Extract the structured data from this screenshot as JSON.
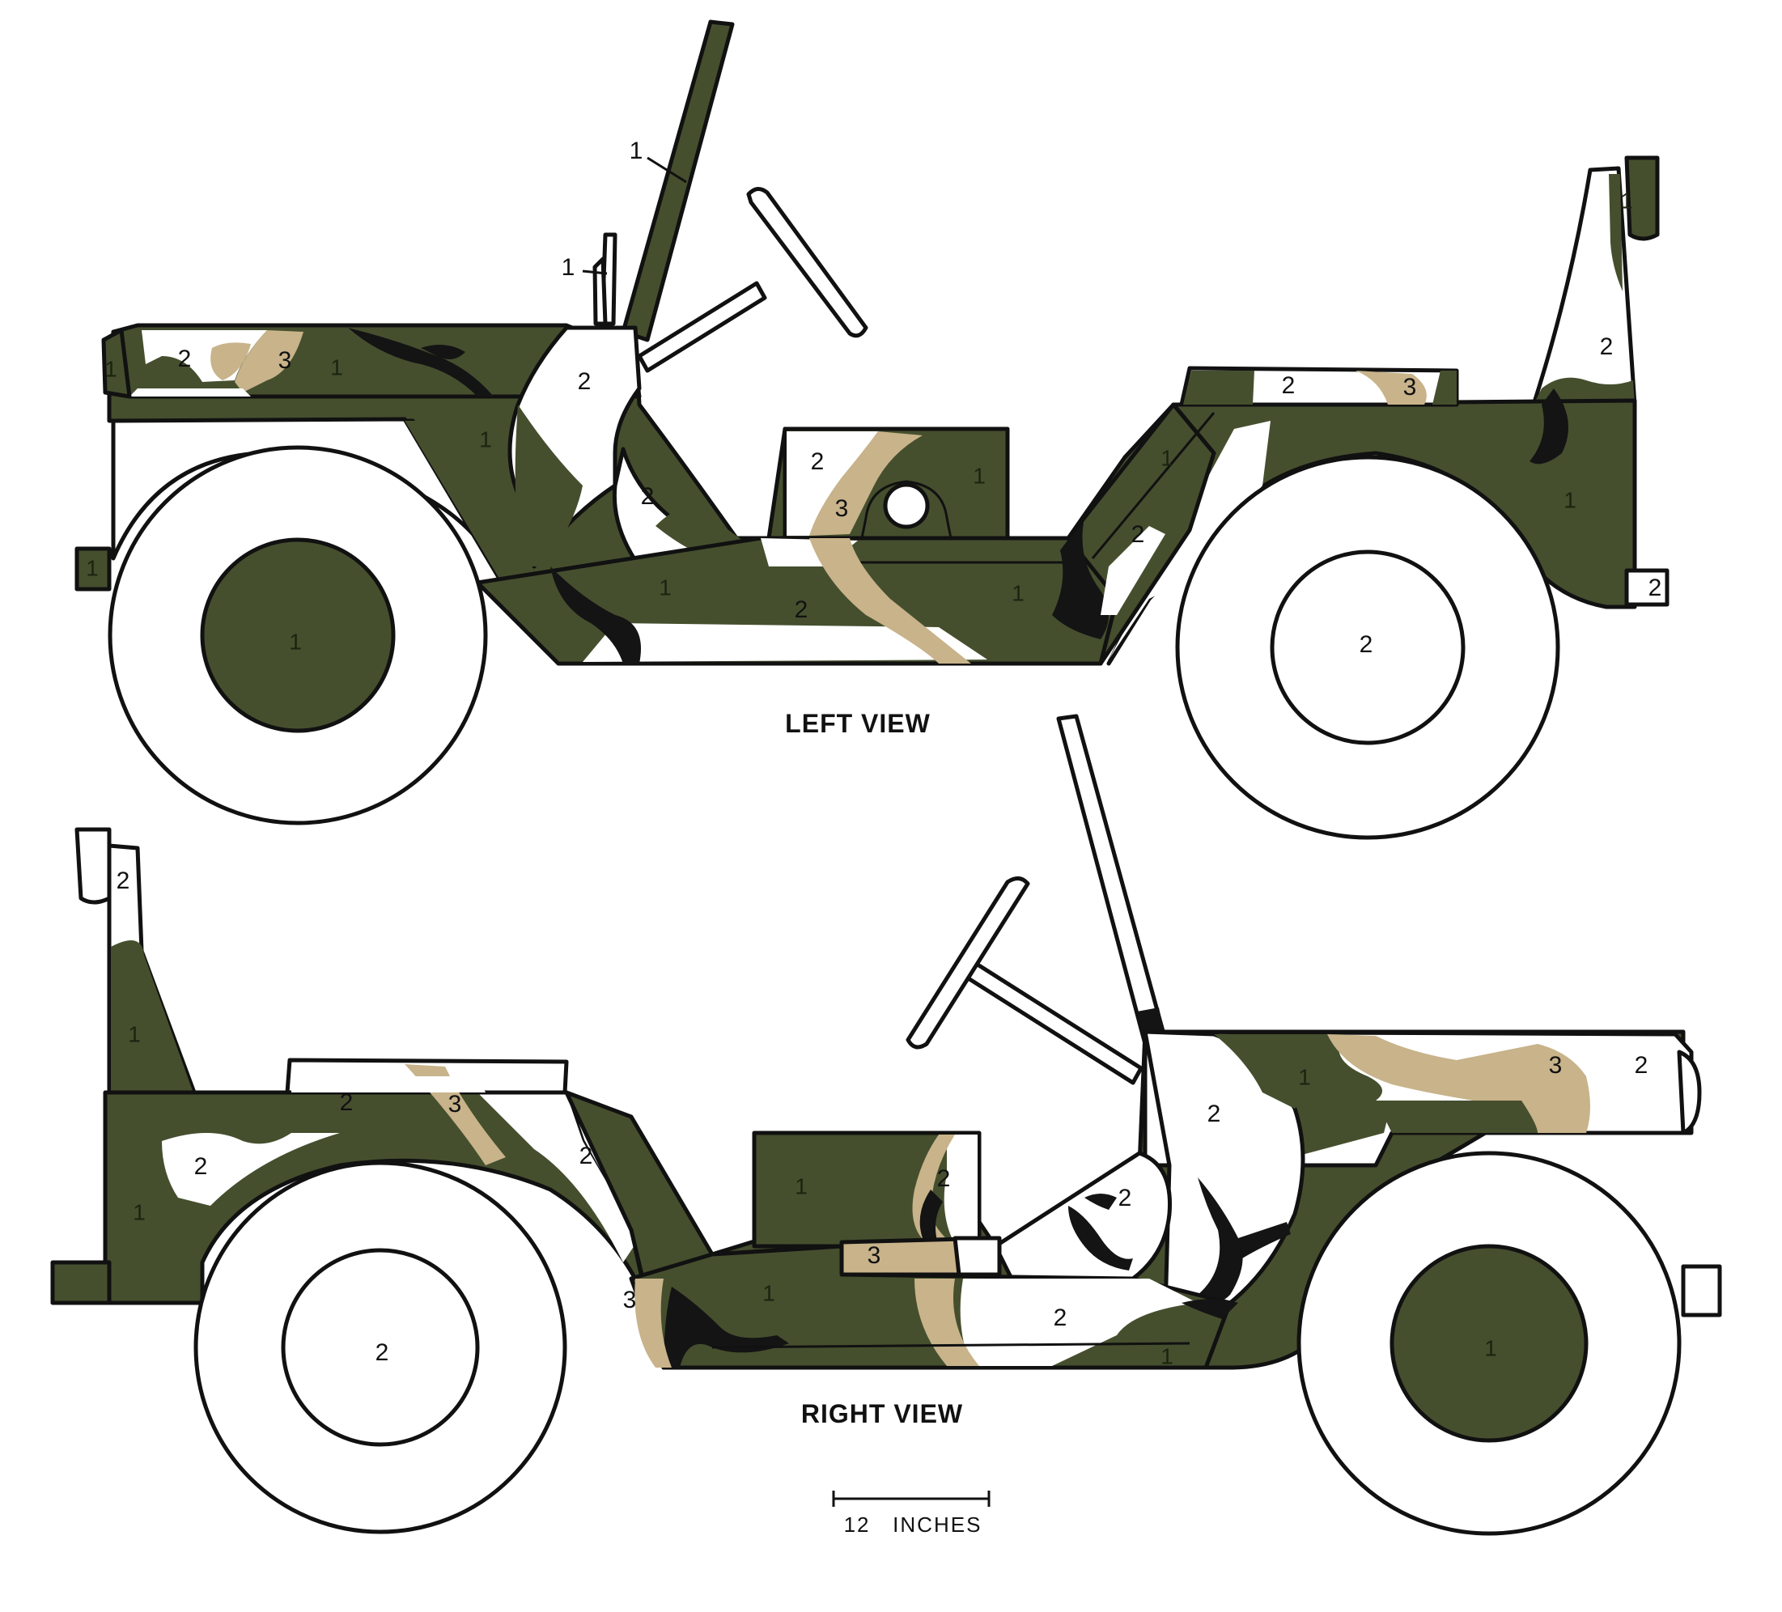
{
  "colors": {
    "color_1_green": "#454f2e",
    "color_2_white": "#ffffff",
    "color_3_sand": "#c8b38a",
    "black": "#141414",
    "outline": "#111111"
  },
  "views": {
    "left": {
      "caption": "LEFT VIEW",
      "labels": {
        "windshield": "1",
        "mirror": "1",
        "hood_front": "2",
        "hood_sand": "3",
        "hood_rear": "1",
        "grille": "1",
        "bumper": "1",
        "cowl": "2",
        "front_fender": "1",
        "door_opening": "2",
        "box_white": "2",
        "box_sand": "3",
        "box_green": "1",
        "side_lower": "1",
        "rocker": "2",
        "rear_step": "1",
        "rear_deck": "2",
        "rear_deck_sand": "3",
        "rear_fender_upper": "1",
        "rear_fender_white": "2",
        "rear_panel": "1",
        "spare_post": "2",
        "spare_top": "1",
        "rear_bumper": "2",
        "front_wheel": "1",
        "rear_wheel": "2"
      }
    },
    "right": {
      "caption": "RIGHT VIEW",
      "labels": {
        "spare_post_top": "2",
        "spare_post_lower": "1",
        "rear_panel_white": "2",
        "rear_panel_green": "1",
        "rear_deck": "2",
        "rear_deck_sand": "3",
        "rear_fender": "2",
        "rear_step_sand": "3",
        "box_green": "1",
        "box_white": "2",
        "box_sand": "3",
        "side_green": "1",
        "door_opening": "2",
        "rocker": "2",
        "rocker_front": "1",
        "cowl": "2",
        "hood_green": "1",
        "hood_sand": "3",
        "hood_front": "2",
        "rear_wheel": "2",
        "front_wheel": "1"
      }
    }
  },
  "scale": {
    "label": "12   INCHES"
  }
}
